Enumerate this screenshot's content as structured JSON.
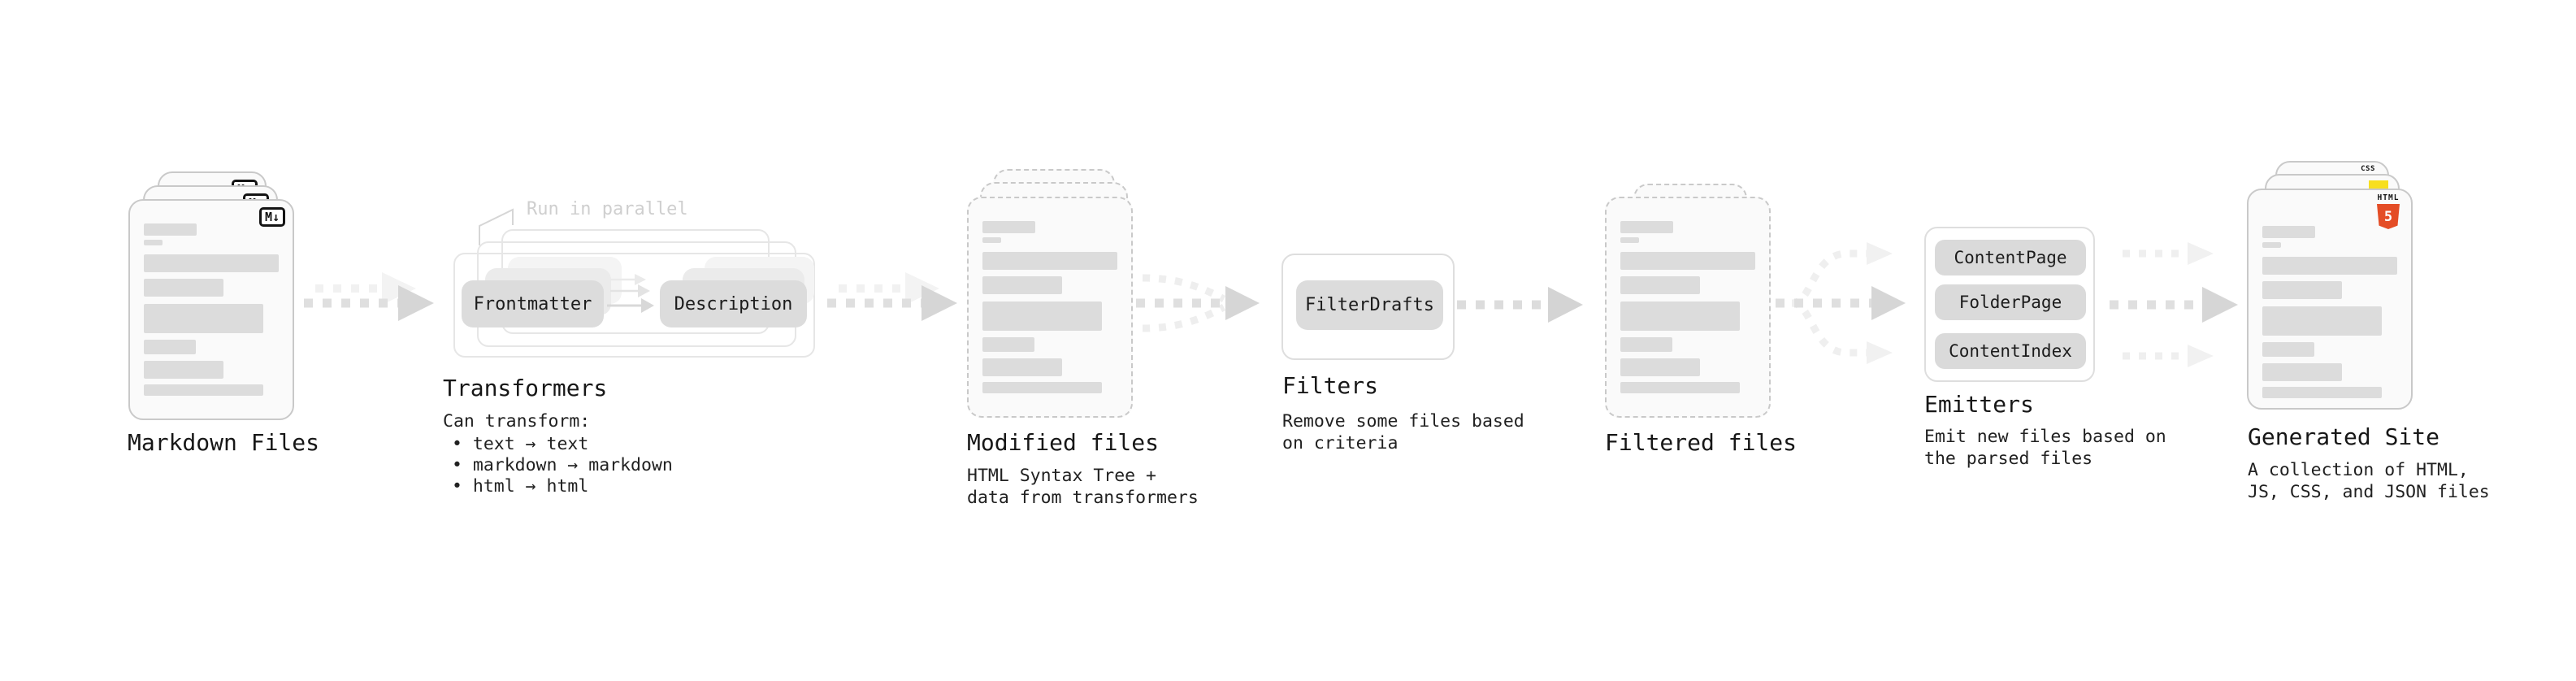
{
  "pipeline": {
    "markdown_files": {
      "label": "Markdown Files",
      "badge": "M↓"
    },
    "transformers": {
      "annotation": "Run in parallel",
      "pill_left": "Frontmatter",
      "pill_right": "Description",
      "label": "Transformers",
      "desc_title": "Can transform:",
      "bullets": [
        "• text → text",
        "• markdown → markdown",
        "• html → html"
      ]
    },
    "modified_files": {
      "label": "Modified files",
      "desc_line1": "HTML Syntax Tree +",
      "desc_line2": "data from transformers"
    },
    "filters": {
      "pill": "FilterDrafts",
      "label": "Filters",
      "desc_line1": "Remove some files based",
      "desc_line2": "on criteria"
    },
    "filtered_files": {
      "label": "Filtered files"
    },
    "emitters": {
      "pills": [
        "ContentPage",
        "FolderPage",
        "ContentIndex"
      ],
      "label": "Emitters",
      "desc_line1": "Emit new files based on",
      "desc_line2": "the parsed files"
    },
    "generated_site": {
      "label": "Generated Site",
      "desc_line1": "A collection of HTML,",
      "desc_line2": "JS, CSS, and JSON files",
      "badge_css": "CSS",
      "badge_html": "HTML",
      "badge_html_number": "5"
    }
  },
  "colors": {
    "html5_orange": "#e44d26",
    "js_yellow": "#f7df1e",
    "css_blue": "#2b62f0",
    "arrow_gray": "#d6d6d6",
    "skeleton_gray": "#dcdcdc"
  }
}
